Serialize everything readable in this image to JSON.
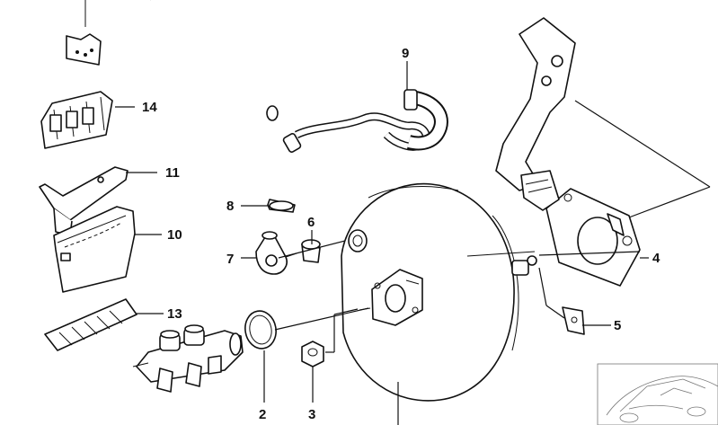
{
  "callouts": [
    {
      "id": "c14",
      "number": "14"
    },
    {
      "id": "c11",
      "number": "11"
    },
    {
      "id": "c10",
      "number": "10"
    },
    {
      "id": "c13",
      "number": "13"
    },
    {
      "id": "c9",
      "number": "9"
    },
    {
      "id": "c8",
      "number": "8"
    },
    {
      "id": "c6",
      "number": "6"
    },
    {
      "id": "c7",
      "number": "7"
    },
    {
      "id": "c4",
      "number": "4"
    },
    {
      "id": "c5",
      "number": "5"
    },
    {
      "id": "c2",
      "number": "2"
    },
    {
      "id": "c3",
      "number": "3"
    }
  ]
}
